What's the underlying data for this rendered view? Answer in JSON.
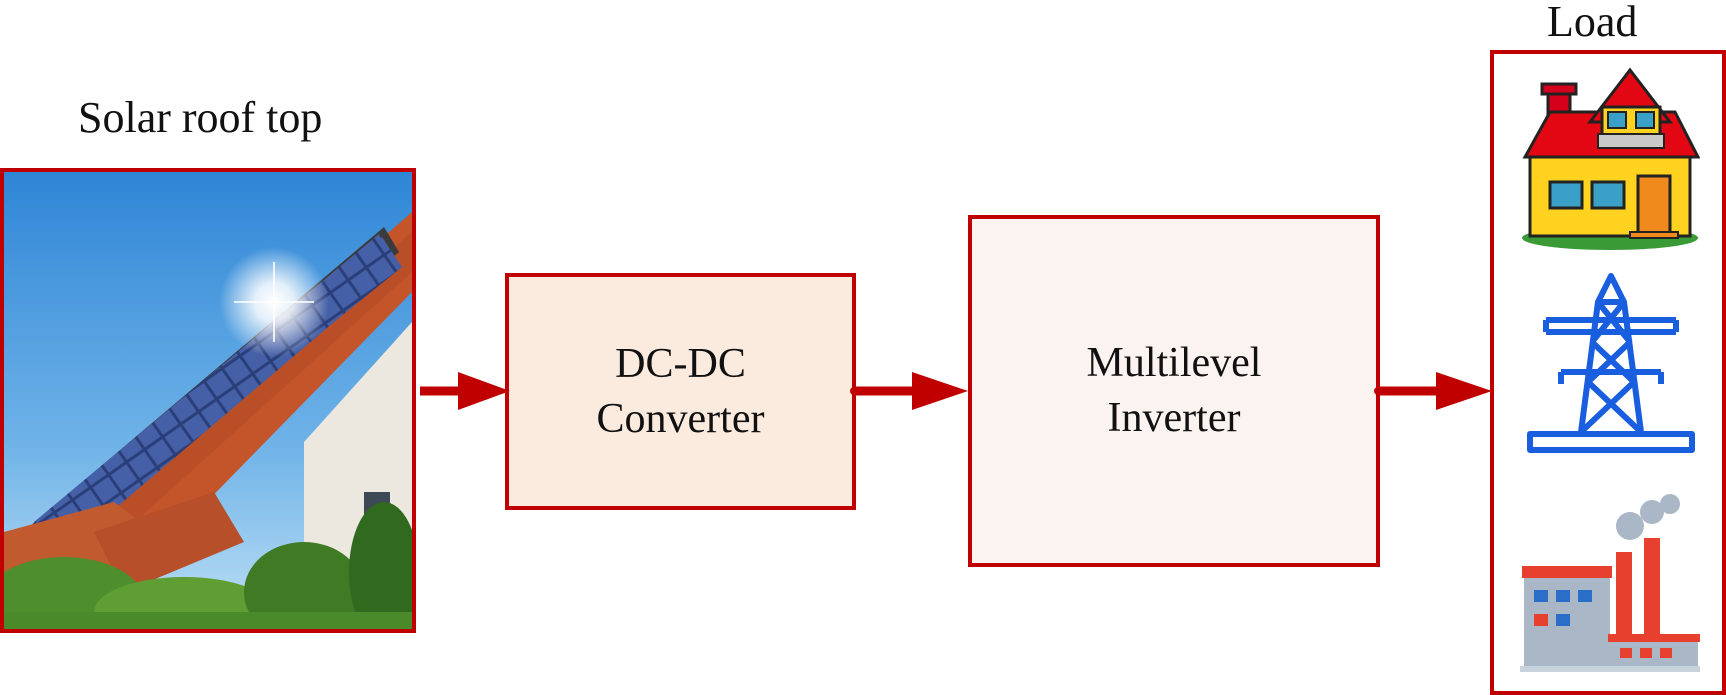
{
  "solar": {
    "label": "Solar roof top"
  },
  "dcdc": {
    "line1": "DC-DC",
    "line2": "Converter"
  },
  "inverter": {
    "line1": "Multilevel",
    "line2": "Inverter"
  },
  "load": {
    "label": "Load"
  },
  "colors": {
    "border": "#c00000",
    "arrow": "#c00000",
    "dcdc_fill": "#fbebdf",
    "inverter_fill": "#fbf3ef"
  },
  "icons": [
    "solar-house-photo",
    "house-icon",
    "transmission-tower-icon",
    "factory-icon"
  ]
}
